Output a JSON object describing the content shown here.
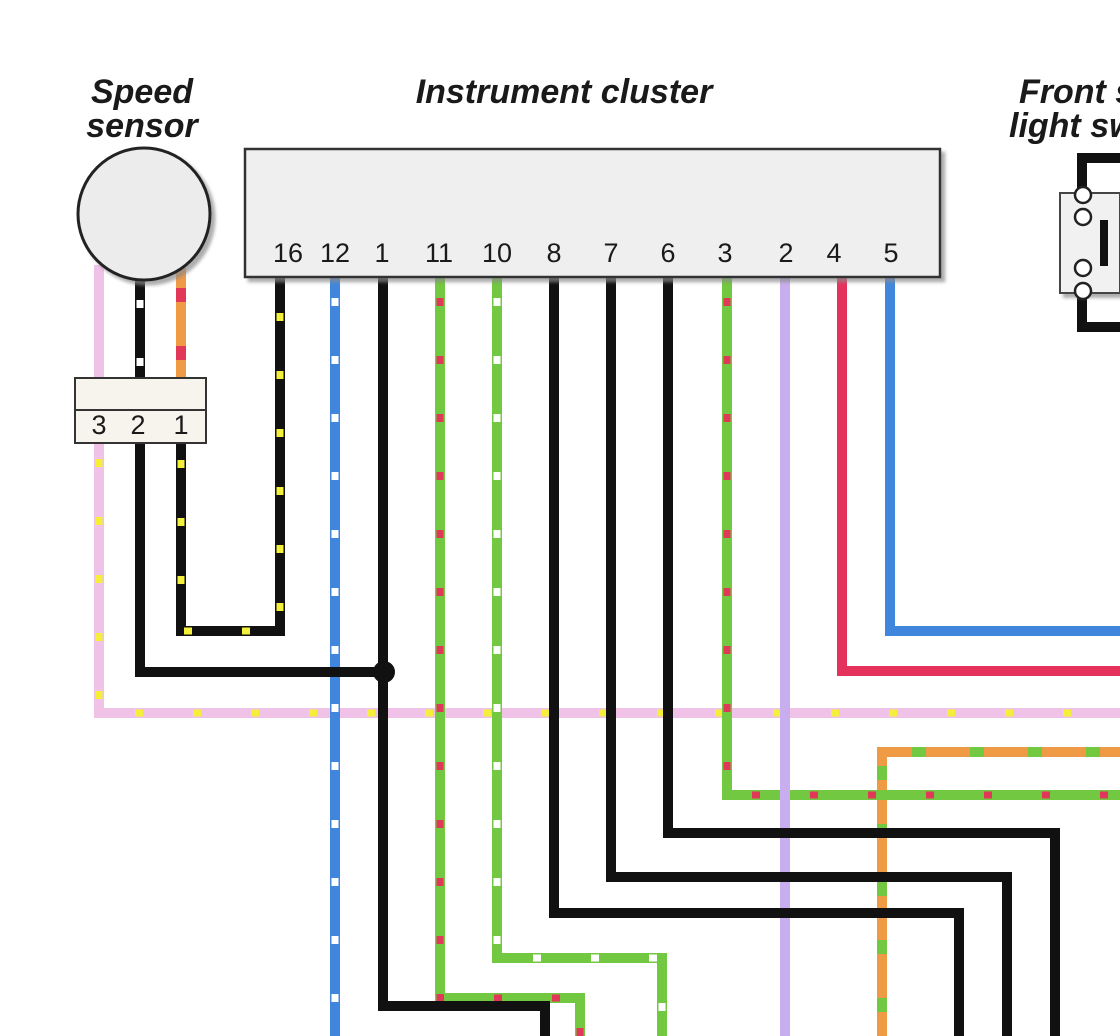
{
  "titles": {
    "speed_sensor_line1": "Speed",
    "speed_sensor_line2": "sensor",
    "instrument_cluster": "Instrument cluster",
    "front_switch_line1": "Front s",
    "front_switch_line2": "light sw"
  },
  "cluster_pins": [
    "16",
    "12",
    "1",
    "11",
    "10",
    "8",
    "7",
    "6",
    "3",
    "2",
    "4",
    "5"
  ],
  "sensor_connector_pins": [
    "3",
    "2",
    "1"
  ],
  "wire_colors": {
    "black": "#111111",
    "blue": "#3f86dc",
    "green": "#72c840",
    "pink": "#f0c2e8",
    "purple": "#c8aeee",
    "red": "#e5325c",
    "orange": "#ef9a45",
    "yellow_tracer": "#f4ef3a",
    "white_tracer": "#ffffff",
    "red_tracer": "#e1385a"
  },
  "component_colors": {
    "cluster_fill": "#efefef",
    "sensor_fill": "#ececec",
    "switch_fill": "#f1f1f1"
  },
  "wires": [
    {
      "id": "sensor-pin3-pink-yellow",
      "from": "Speed sensor 3",
      "to": "ground bus",
      "base": "pink",
      "tracer": "yellow_tracer"
    },
    {
      "id": "sensor-pin2-black",
      "from": "Speed sensor 2",
      "to": "Instrument cluster 1",
      "base": "black",
      "tracer": ""
    },
    {
      "id": "sensor-pin1-black-yellow",
      "from": "Speed sensor 1",
      "to": "Instrument cluster 16",
      "base": "black",
      "tracer": "yellow_tracer"
    },
    {
      "id": "pin12-blue-white",
      "from": "Instrument cluster 12",
      "to": "",
      "base": "blue",
      "tracer": "white_tracer"
    },
    {
      "id": "pin1-black",
      "from": "Instrument cluster 1",
      "to": "",
      "base": "black",
      "tracer": ""
    },
    {
      "id": "pin11-green-red",
      "from": "Instrument cluster 11",
      "to": "",
      "base": "green",
      "tracer": "red_tracer"
    },
    {
      "id": "pin10-green-white",
      "from": "Instrument cluster 10",
      "to": "",
      "base": "green",
      "tracer": "white_tracer"
    },
    {
      "id": "pin8-black",
      "from": "Instrument cluster 8",
      "to": "",
      "base": "black",
      "tracer": ""
    },
    {
      "id": "pin7-black",
      "from": "Instrument cluster 7",
      "to": "",
      "base": "black",
      "tracer": ""
    },
    {
      "id": "pin6-black",
      "from": "Instrument cluster 6",
      "to": "",
      "base": "black",
      "tracer": ""
    },
    {
      "id": "pin3-green-red",
      "from": "Instrument cluster 3",
      "to": "",
      "base": "green",
      "tracer": "red_tracer"
    },
    {
      "id": "pin2-purple",
      "from": "Instrument cluster 2",
      "to": "",
      "base": "purple",
      "tracer": ""
    },
    {
      "id": "pin4-red",
      "from": "Instrument cluster 4",
      "to": "",
      "base": "red",
      "tracer": ""
    },
    {
      "id": "pin5-blue",
      "from": "Instrument cluster 5",
      "to": "",
      "base": "blue",
      "tracer": ""
    },
    {
      "id": "orange-green",
      "from": "",
      "to": "",
      "base": "orange",
      "tracer": "green"
    }
  ]
}
